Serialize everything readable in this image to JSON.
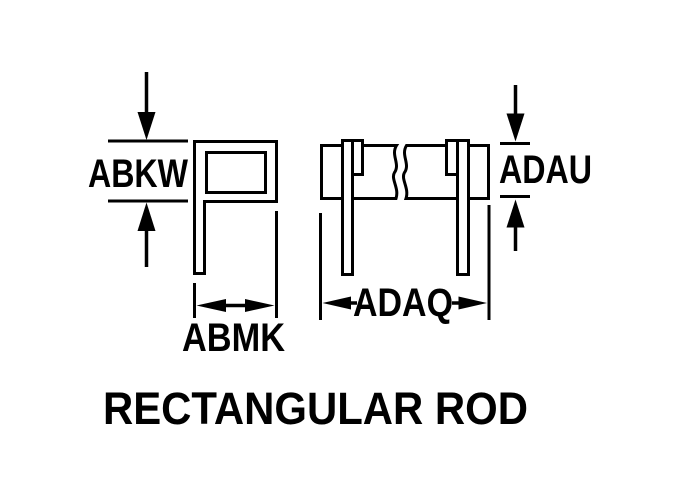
{
  "diagram": {
    "title": "RECTANGULAR ROD",
    "dimensions": {
      "abkw": "ABKW",
      "abmk": "ABMK",
      "adaq": "ADAQ",
      "adau": "ADAU"
    },
    "colors": {
      "line": "#000000",
      "background": "#ffffff"
    }
  }
}
